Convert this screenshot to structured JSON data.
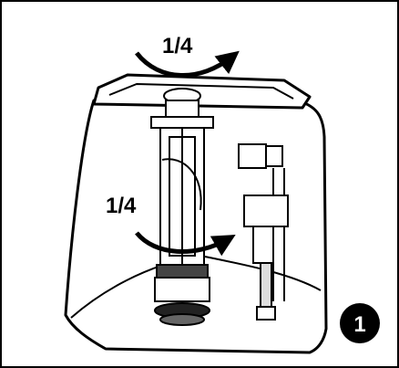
{
  "diagram": {
    "top_rotation_label": "1/4",
    "middle_rotation_label": "1/4",
    "step_number": "1",
    "colors": {
      "line": "#000000",
      "fill": "#ffffff",
      "shadow": "#c8c8c8",
      "badge": "#000000",
      "badge_text": "#ffffff"
    },
    "icons": [
      "quarter-turn-arrow-icon",
      "flush-valve",
      "fill-valve",
      "step-badge"
    ]
  }
}
